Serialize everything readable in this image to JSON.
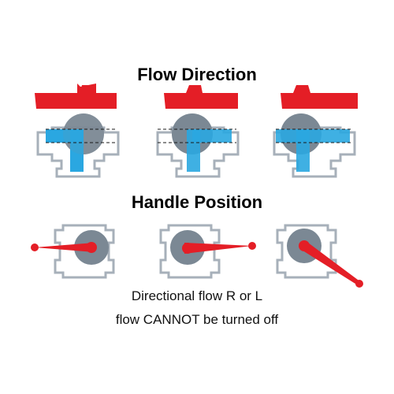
{
  "headings": {
    "flow_direction": "Flow Direction",
    "handle_position": "Handle Position"
  },
  "caption": {
    "line1": "Directional flow R or L",
    "line2": "flow CANNOT be turned off"
  },
  "colors": {
    "handle_red": "#e41e26",
    "flow_blue": "#2aa7e0",
    "ball_grey": "#7b8894",
    "body_outline": "#a7b0ba",
    "dash": "#1a1a1a"
  },
  "icons": {
    "valve_top_view": "three-way-valve-flow",
    "valve_handle_view": "three-way-valve-handle"
  }
}
